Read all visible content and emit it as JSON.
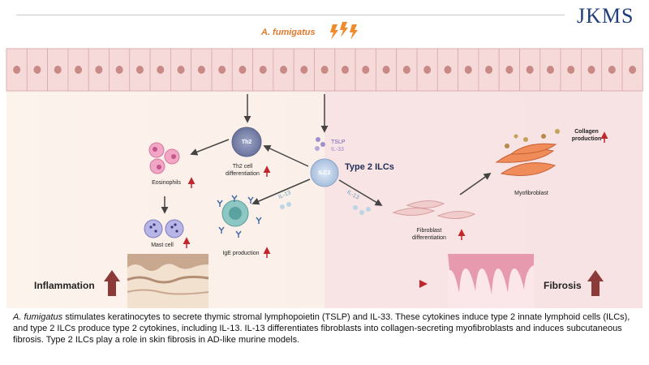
{
  "header": {
    "logo": "JKMS"
  },
  "trigger": {
    "label": "A. fumigatus"
  },
  "labels": {
    "th2_cell": "Th2",
    "th2_diff_line1": "Th2 cell",
    "th2_diff_line2": "differentiation",
    "eosinophils": "Eosinophils",
    "mast_cell": "Mast cell",
    "ige": "IgE production",
    "ilc2_cell": "ILC2",
    "type2_ilcs": "Type 2 ILCs",
    "tslp": "TSLP",
    "il33": "IL-33",
    "il13_left": "IL-13",
    "il13_right": "IL-13",
    "fibro_line1": "Fibroblast",
    "fibro_line2": "differentiation",
    "myofibroblast": "Myofibroblast",
    "collagen_line1": "Collagen",
    "collagen_line2": "production",
    "inflammation": "Inflammation",
    "fibrosis": "Fibrosis"
  },
  "caption": {
    "italic": "A. fumigatus",
    "text": " stimulates keratinocytes to secrete thymic stromal lymphopoietin (TSLP) and IL-33. These cytokines induce type 2 innate lymphoid cells (ILCs), and type 2 ILCs produce type 2 cytokines, including IL-13. IL-13 differentiates fibroblasts into collagen-secreting myofibroblasts and induces subcutaneous fibrosis. Type 2 ILCs play a role in skin fibrosis in AD-like murine models."
  },
  "colors": {
    "skin_cell": "#f6dada",
    "nucleus": "#c98a86",
    "left_bg": "#fbf1ea",
    "right_bg": "#f8e6e6",
    "up_arrow": "#c0262c",
    "big_arrow": "#8b3a37",
    "logo": "#1f3f7a",
    "trigger": "#e07a2e"
  }
}
